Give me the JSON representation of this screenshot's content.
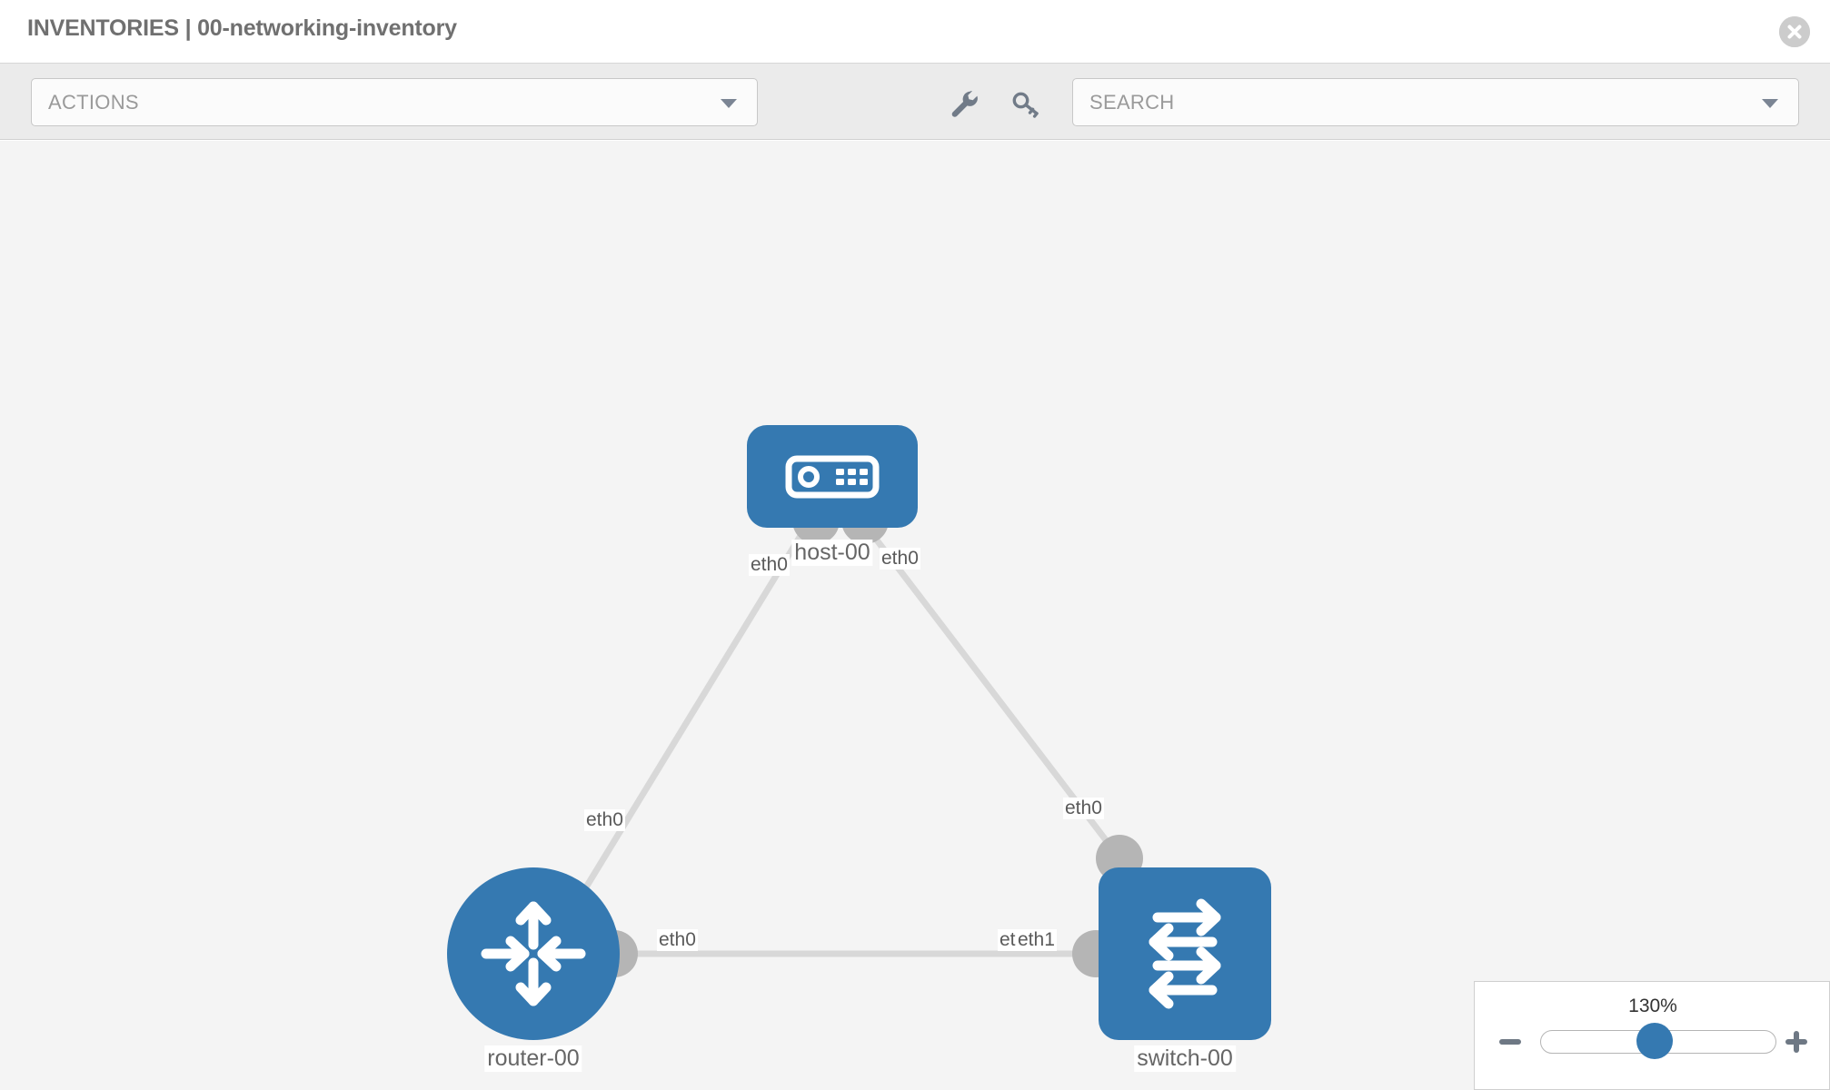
{
  "header": {
    "title": "INVENTORIES | 00-networking-inventory",
    "close_icon": "close-circle-icon"
  },
  "toolbar": {
    "actions_label": "ACTIONS",
    "actions_caret": "chevron-down-icon",
    "wrench_icon": "wrench-icon",
    "key_icon": "key-icon",
    "search_placeholder": "SEARCH",
    "search_value": "",
    "search_caret": "chevron-down-icon"
  },
  "colors": {
    "node_blue": "#3579b1",
    "link_gray": "#d8d8d8",
    "endpoint_gray": "#b5b5b5",
    "canvas_bg": "#f4f4f4",
    "toolbar_bg": "#ebebeb",
    "title_gray": "#707070"
  },
  "topology": {
    "nodes": [
      {
        "id": "host-00",
        "label": "host-00",
        "type": "host",
        "icon": "server-icon",
        "shape": "rounded-rect"
      },
      {
        "id": "router-00",
        "label": "router-00",
        "type": "router",
        "icon": "router-arrows-icon",
        "shape": "circle"
      },
      {
        "id": "switch-00",
        "label": "switch-00",
        "type": "switch",
        "icon": "switch-arrows-icon",
        "shape": "rounded-rect"
      }
    ],
    "links": [
      {
        "from": "host-00",
        "to": "router-00",
        "from_interface": "eth0",
        "to_interface": "eth0"
      },
      {
        "from": "host-00",
        "to": "switch-00",
        "from_interface": "eth0",
        "to_interface": "eth0"
      },
      {
        "from": "router-00",
        "to": "switch-00",
        "from_interface": "eth0",
        "to_interface": "eth1"
      }
    ],
    "interface_labels": {
      "host_left": "eth0",
      "host_right": "eth0",
      "router_upper": "eth0",
      "switch_upper": "eth0",
      "router_right": "eth0",
      "switch_left_hidden": "eth0",
      "switch_left": "eth1"
    }
  },
  "zoom_control": {
    "value_label": "130%",
    "minus_icon": "minus-icon",
    "plus_icon": "plus-icon",
    "slider_name": "zoom-slider"
  }
}
